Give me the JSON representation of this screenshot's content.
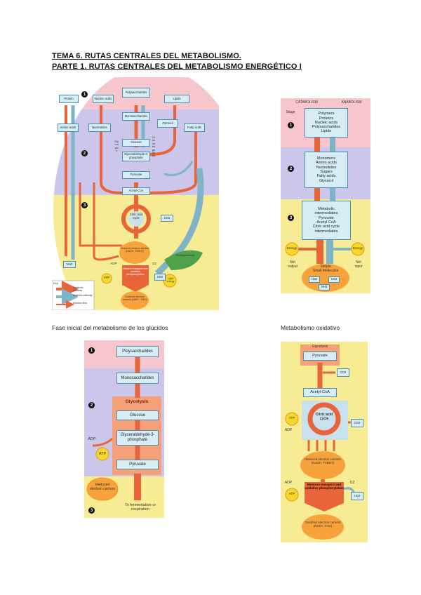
{
  "header": {
    "title_1": "TEMA 6. RUTAS CENTRALES DEL METABOLISMO.",
    "title_2": "PARTE 1. RUTAS CENTRALES DEL METABOLISMO ENERGÉTICO I"
  },
  "captions": {
    "left": "Fase inicial del metabolismo de los glúcidos",
    "right": "Metabolismo oxidativo"
  },
  "fig1": {
    "protein": "Protein",
    "nucleic_acids": "Nucleic acids",
    "polysaccharides": "Polysaccharides",
    "lipids": "Lipids",
    "amino_acids": "Amino acids",
    "nucleotides": "Nucleotides",
    "monosaccharides": "Monosaccharides",
    "glycerol": "Glycerol",
    "fatty_acids": "Fatty acids",
    "glucose": "Glucose",
    "g3p": "Glyceraldehyde-3-phosphate",
    "pyruvate": "Pyruvate",
    "acetyl_coa": "Acetyl-CoA",
    "cac": "Citric acid cycle",
    "co2": "CO2",
    "nh3": "NH3",
    "carriers": "Reduced electron carriers (NADH, FADH2)",
    "etc": "Electron transport and oxidative phosphorylation",
    "oxidized": "Oxidized electron carriers (NAD+, FAD)",
    "photosynthesis": "Photosynthesis",
    "h2o": "H2O",
    "light": "Light energy",
    "atp": "ATP",
    "adp": "ADP",
    "o2": "O2",
    "glycolysis_v": "Glycolysis",
    "gluconeo_v": "Gluconeogenesis",
    "key": "Key",
    "key_catabolic": "Catabolic pathway",
    "key_anabolic": "Anabolic pathway",
    "key_electron": "Electron flow",
    "stage1": "1",
    "stage2": "2",
    "stage3": "3"
  },
  "fig2": {
    "catabolism": "CATABOLISM",
    "anabolism": "ANABOLISM",
    "stage": "Stage",
    "polymers": "Polymers\nProteins\nNucleic acids\nPolysaccharides\nLipids",
    "monomers": "Monomers\nAmino acids\nNucleotides\nSugars\nFatty acids\nGlycerol",
    "metabolic": "Metabolic\nintermediates\nPyruvate\nAcetyl CoA\nCitric acid cycle\nintermediates",
    "energy_l": "Energy",
    "energy_r": "Energy",
    "net_output": "Net\noutput",
    "net_input": "Net\ninput",
    "simple": "Simple\nSmall Molecules",
    "h2o": "H2O",
    "co2": "CO2",
    "nh3": "NH3",
    "stage1": "1",
    "stage2": "2",
    "stage3": "3"
  },
  "fig3": {
    "polysaccharides": "Polysaccharides",
    "monosaccharides": "Monosaccharides",
    "glycolysis": "Glycolysis",
    "glucose": "Glucose",
    "g3p": "Glyceraldehyde-3-phosphate",
    "pyruvate": "Pyruvate",
    "adp": "ADP",
    "atp": "ATP",
    "carriers": "Reduced electron carriers",
    "fermentation": "To fermentation or respiration",
    "stage1": "1",
    "stage2": "2",
    "stage3": "3"
  },
  "fig4": {
    "glycolysis": "Glycolysis",
    "pyruvate": "Pyruvate",
    "co2_a": "CO2",
    "acetyl_coa": "Acetyl-CoA",
    "cac": "Citric acid cycle",
    "co2_b": "CO2",
    "adp_a": "ADP",
    "atp_a": "ATP",
    "carriers": "Reduced electron carriers (NADH, FADH2)",
    "adp_b": "ADP",
    "atp_b": "ATP",
    "o2": "O2",
    "etc": "Electron transport and oxidative phosphorylation",
    "h2o": "H2O",
    "oxidized": "Oxidized electron carriers (NAD+, FAD)"
  }
}
